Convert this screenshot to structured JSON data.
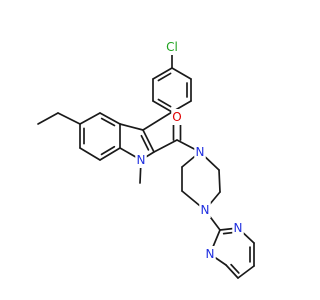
{
  "molecule": {
    "atom_labels": {
      "chlorine": "Cl",
      "carbonyl_oxygen": "O",
      "indole_nitrogen": "N",
      "methyl_on_n": "",
      "piperazine_n1": "N",
      "piperazine_n4": "N",
      "pyrimidine_n1": "N",
      "pyrimidine_n3": "N"
    },
    "colors": {
      "bond": "#1a1a1a",
      "carbon_text": "#1a1a1a",
      "chlorine": "#1fa31f",
      "oxygen": "#e00000",
      "nitrogen": "#1f2fe0"
    }
  }
}
